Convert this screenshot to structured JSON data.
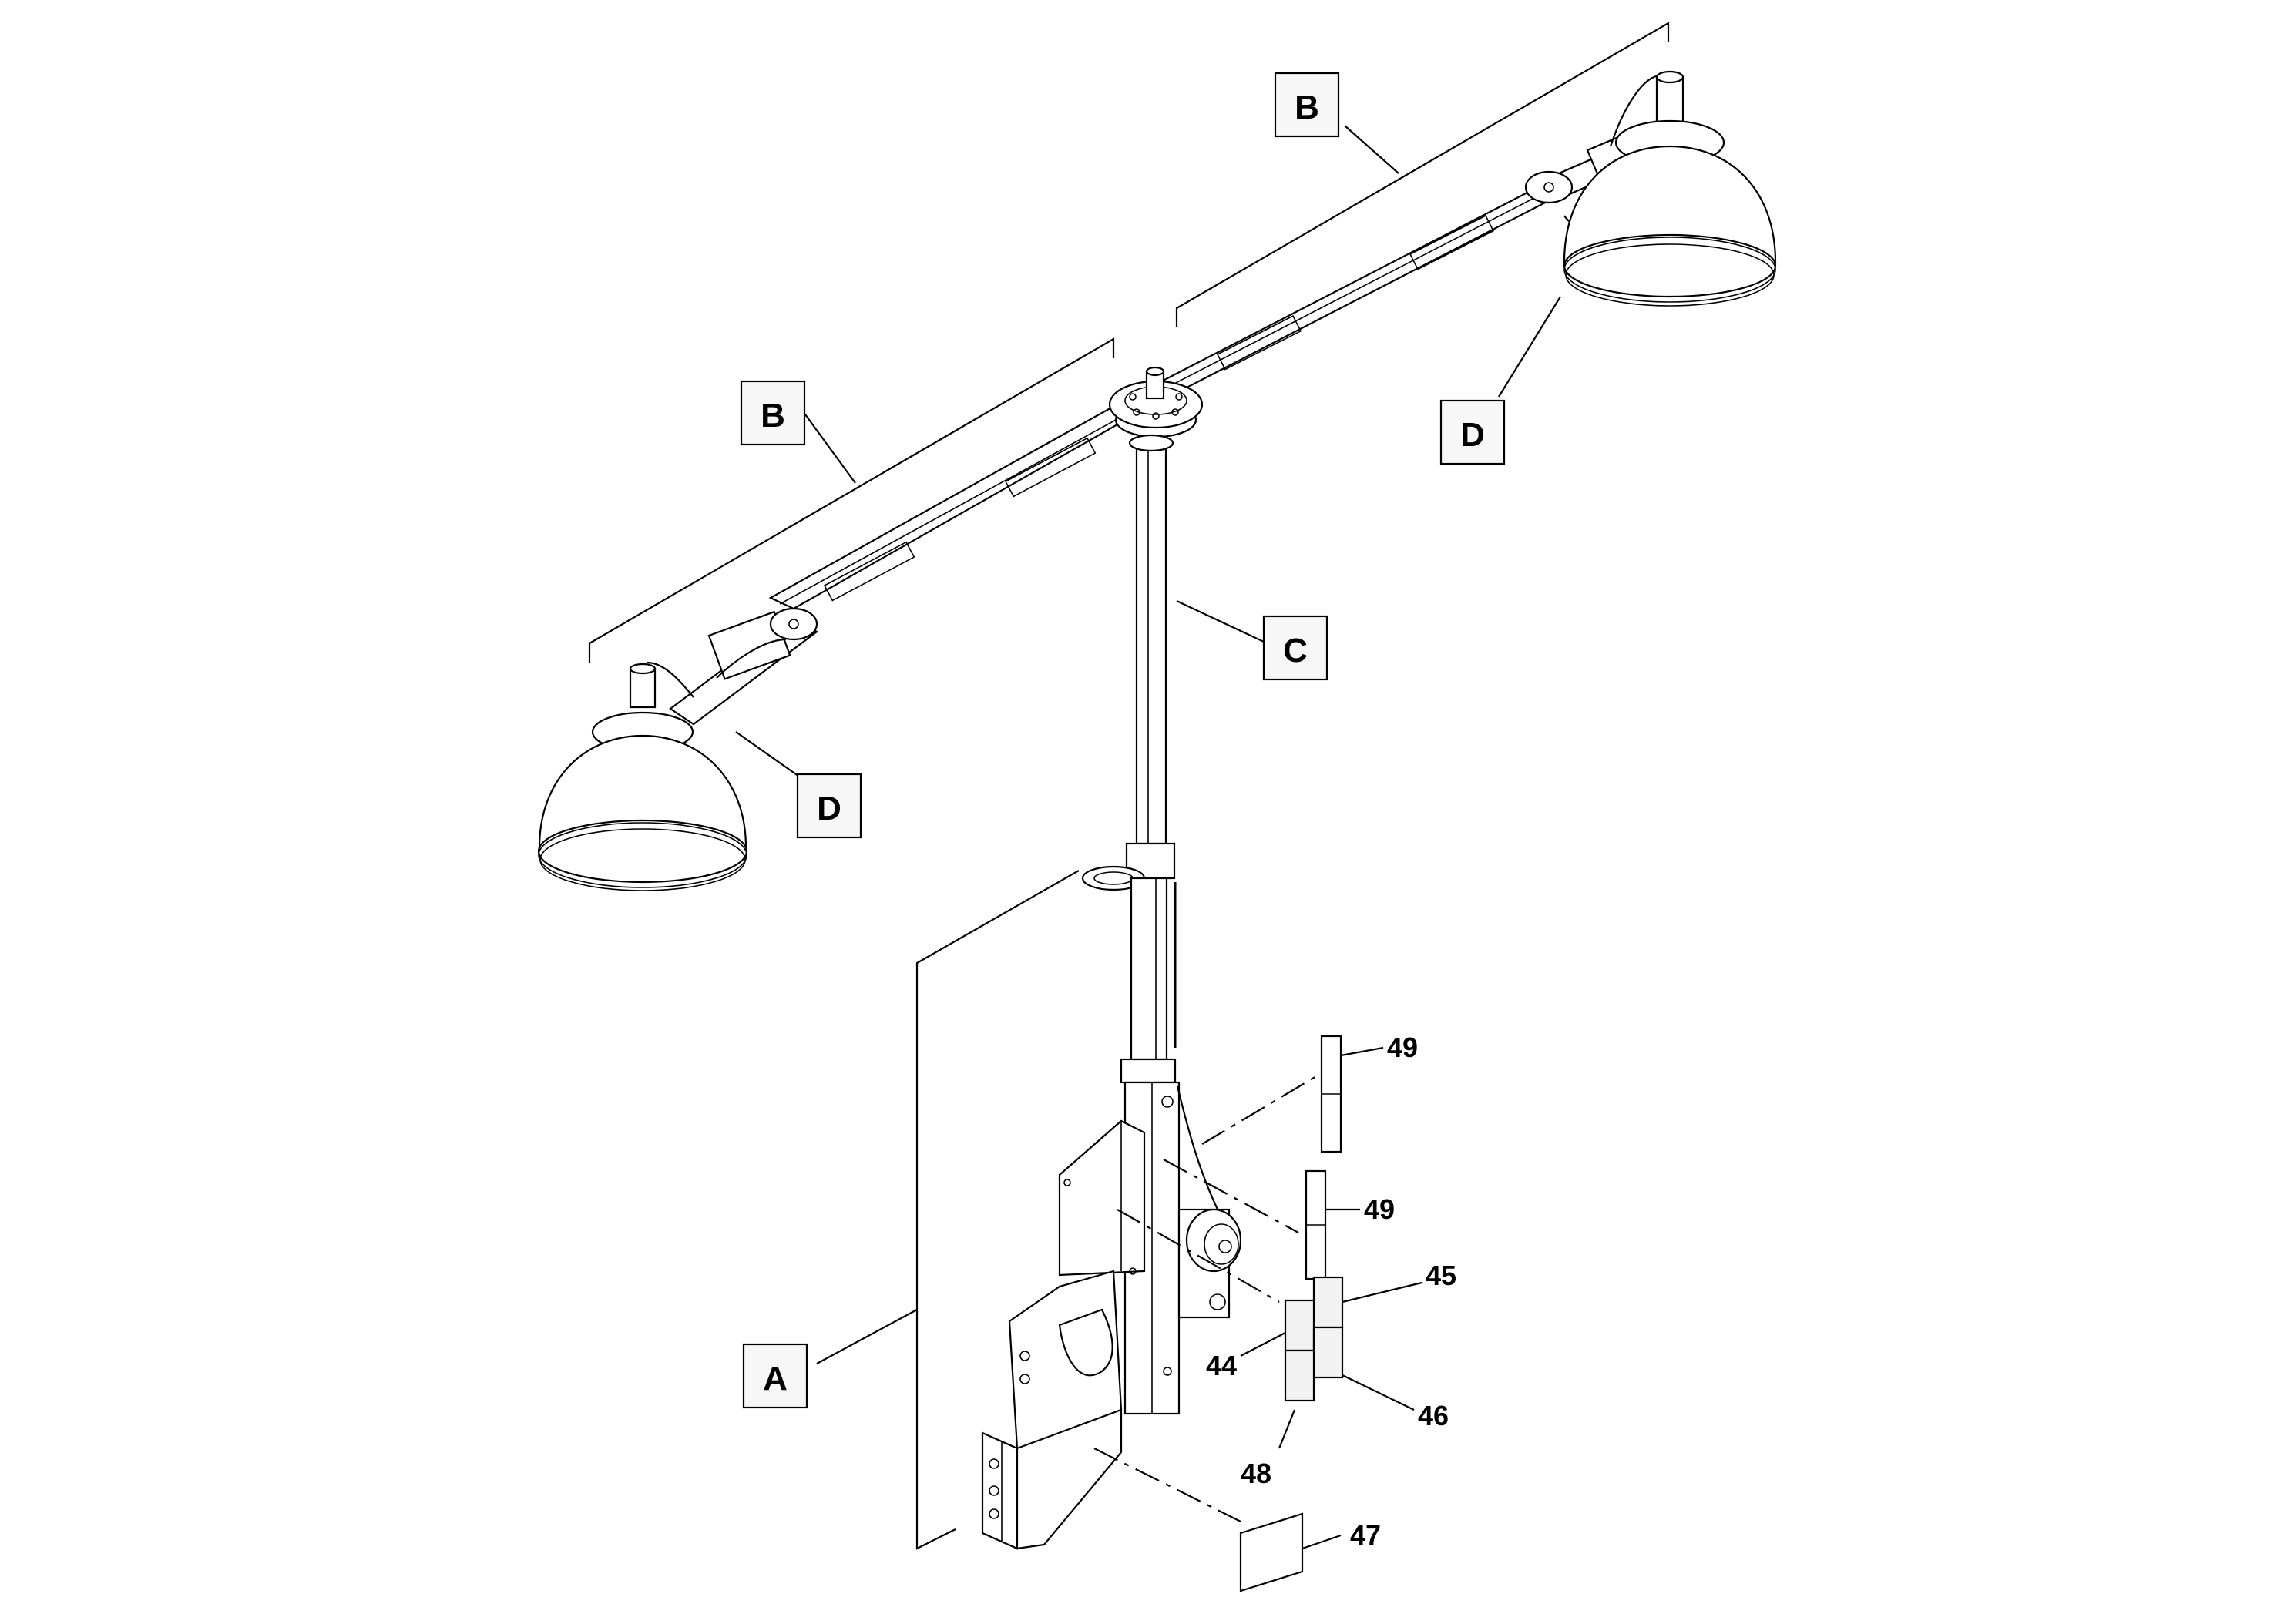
{
  "diagram": {
    "group_labels": {
      "A": "A",
      "B_left": "B",
      "B_right": "B",
      "C": "C",
      "D_left": "D",
      "D_right": "D"
    },
    "part_numbers": {
      "p49_upper": "49",
      "p49_lower": "49",
      "p45": "45",
      "p44": "44",
      "p46": "46",
      "p48": "48",
      "p47": "47"
    }
  }
}
